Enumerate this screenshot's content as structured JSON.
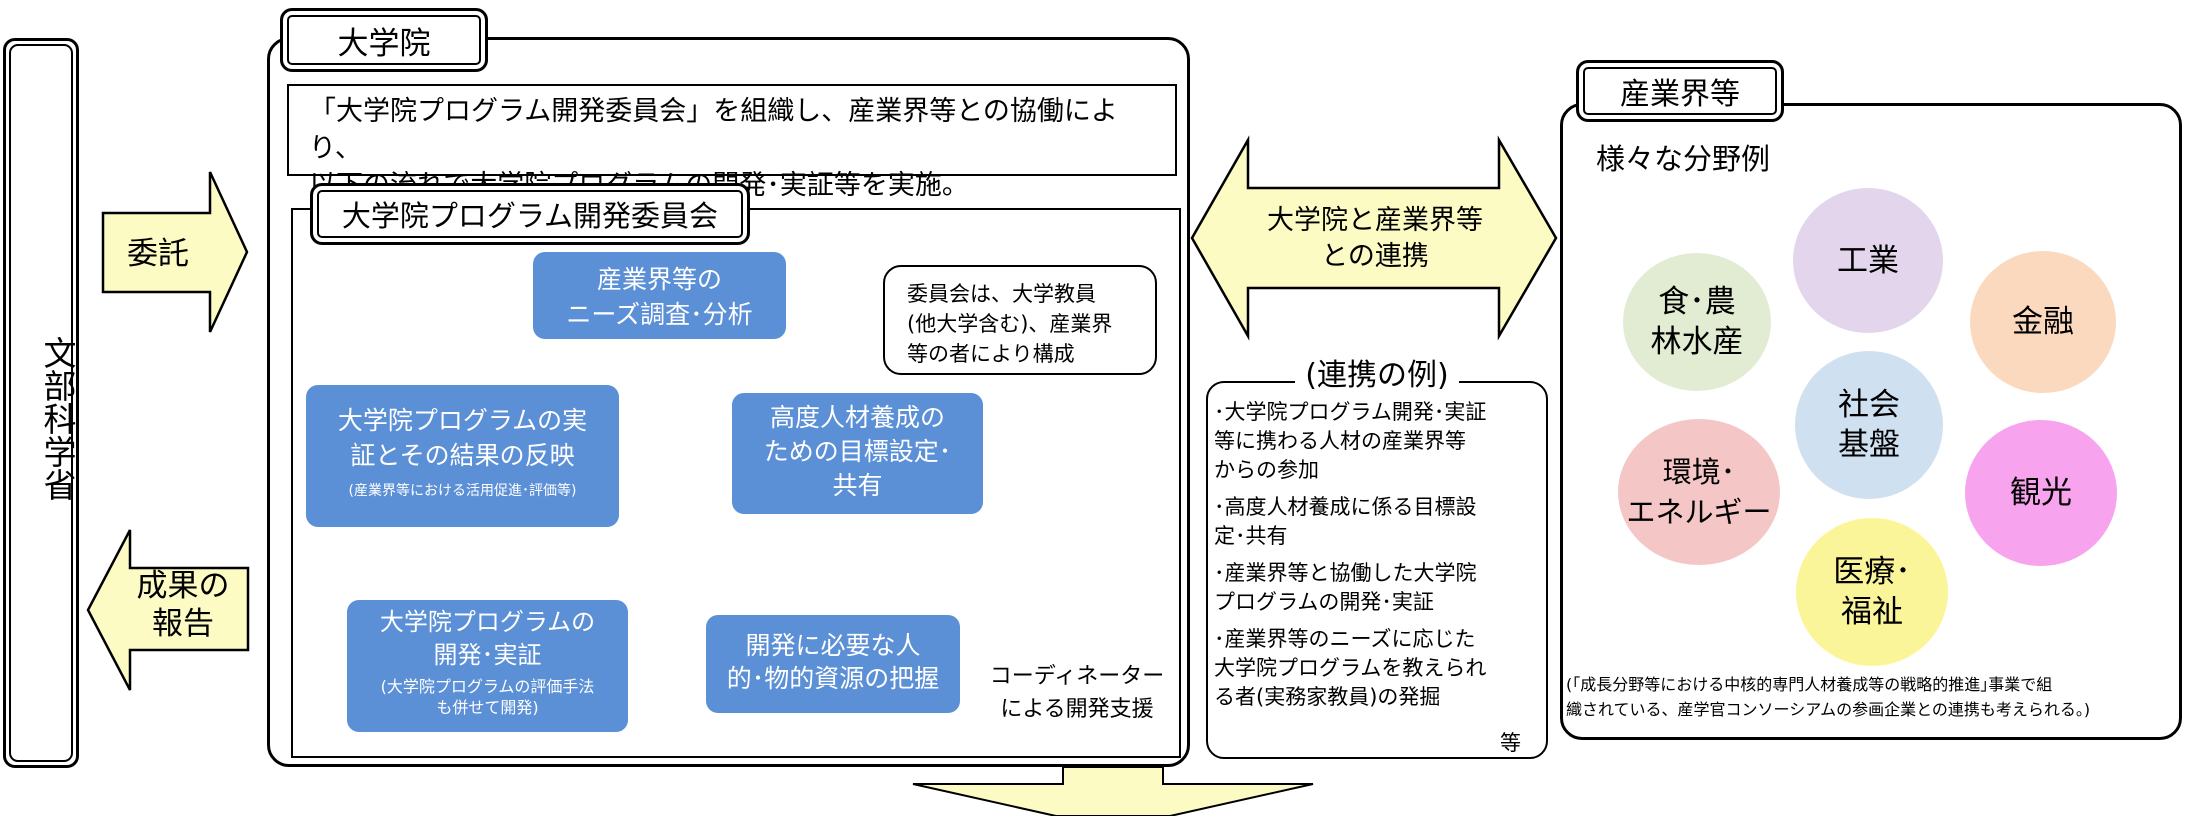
{
  "mext": {
    "label": "文部科学省"
  },
  "commission": {
    "label": "委託"
  },
  "report": {
    "label": "成果の\n報告"
  },
  "university": {
    "tab": "大学院",
    "intro": "「大学院プログラム開発委員会」を組織し、産業界等との協働により、\n以下の流れで大学院プログラムの開発･実証等を実施。"
  },
  "committee": {
    "tab": "大学院プログラム開発委員会",
    "note": "委員会は、大学教員\n(他大学含む)、産業界\n等の者により構成",
    "steps": [
      {
        "main": "産業界等の\nニーズ調査･分析",
        "sub": ""
      },
      {
        "main": "高度人材養成の\nための目標設定･\n共有",
        "sub": ""
      },
      {
        "main": "開発に必要な人\n的･物的資源の把握",
        "sub": ""
      },
      {
        "main": "大学院プログラムの\n開発･実証",
        "sub": "(大学院プログラムの評価手法\nも併せて開発)"
      },
      {
        "main": "大学院プログラムの実\n証とその結果の反映",
        "sub": "(産業界等における活用促進･評価等)"
      }
    ],
    "coordinator": "コーディネーター\nによる開発支援"
  },
  "partnership": {
    "arrow_label": "大学院と産業界等\nとの連携",
    "examples_title": "(連携の例)",
    "examples": [
      "･大学院プログラム開発･実証\n等に携わる人材の産業界等\nからの参加",
      "･高度人材養成に係る目標設\n定･共有",
      "･産業界等と協働した大学院\nプログラムの開発･実証",
      "･産業界等のニーズに応じた\n大学院プログラムを教えられ\nる者(実務家教員)の発掘"
    ],
    "examples_tail": "等"
  },
  "industry": {
    "tab": "産業界等",
    "subtitle": "様々な分野例",
    "fields": [
      {
        "label": "工業",
        "color": "#e3d6ec"
      },
      {
        "label": "食･農\n林水産",
        "color": "#e2ecd2"
      },
      {
        "label": "金融",
        "color": "#fbd9be"
      },
      {
        "label": "社会\n基盤",
        "color": "#cfe0f1"
      },
      {
        "label": "環境･\nエネルギー",
        "color": "#f4c6c6"
      },
      {
        "label": "観光",
        "color": "#f7a3ee"
      },
      {
        "label": "医療･\n福祉",
        "color": "#fbf59a"
      }
    ],
    "footnote": "(｢成長分野等における中核的専門人材養成等の戦略的推進｣事業で組\n織されている、産学官コンソーシアムの参画企業との連携も考えられる。)"
  },
  "colors": {
    "step_blue": "#5b8fd6",
    "arrow_yellow": "#fdfbc4",
    "arrow_pink": "#fce4d6"
  }
}
